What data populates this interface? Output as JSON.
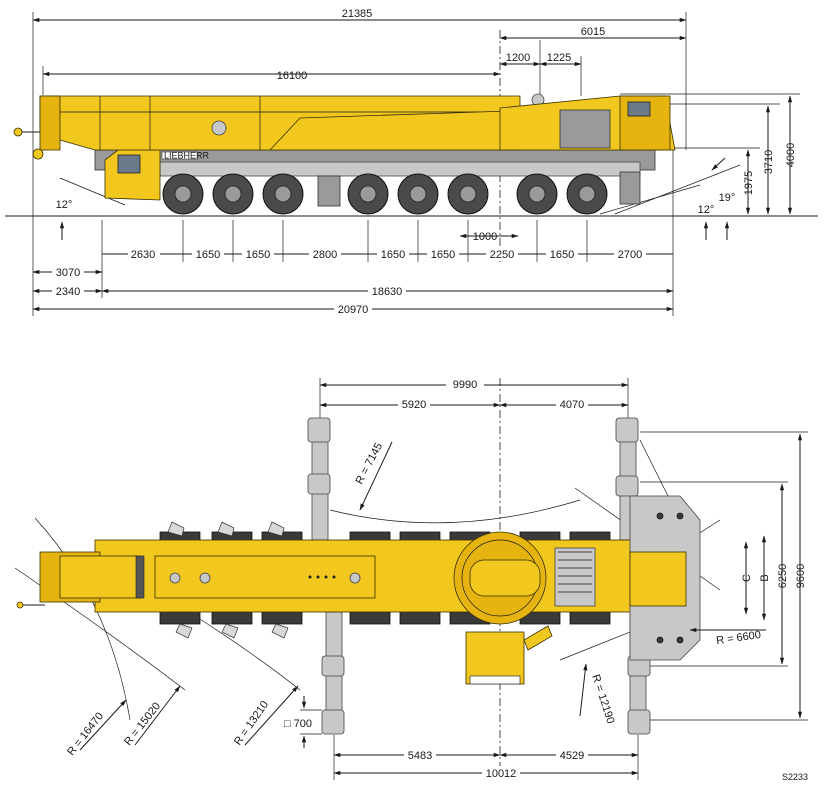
{
  "side_view": {
    "overall_length_top": "21385",
    "boom_length": "16100",
    "front_offset": "1200",
    "rear_offset_a": "1225",
    "rear_offset_b": "6015",
    "height_total": "4000",
    "height_boom": "3710",
    "height_cab": "1975",
    "angle_front": "12°",
    "angle_rear_a": "12°",
    "angle_rear_b": "19°",
    "axle_spacings": [
      "2630",
      "1650",
      "1650",
      "2800",
      "1650",
      "1650",
      "2250",
      "1650",
      "2700"
    ],
    "center_offset": "1000",
    "front_overhang_a": "3070",
    "front_overhang_b": "2340",
    "wheelbase_span": "18630",
    "overall_length": "20970",
    "brand_text": "LIEBHERR"
  },
  "top_view": {
    "outrigger_total": "9990",
    "outrigger_front": "5920",
    "outrigger_rear": "4070",
    "lower_total": "10012",
    "lower_front": "5483",
    "lower_rear": "4529",
    "pad_size": "□ 700",
    "radius_front_a": "R = 7145",
    "radius_rear_a": "R = 12190",
    "radius_rear_b": "R = 6600",
    "radius_sweep_1": "R = 16470",
    "radius_sweep_2": "R = 15020",
    "radius_sweep_3": "R = 13210",
    "width_c": "C",
    "width_b": "B",
    "width_a": "6250",
    "width_total": "9600"
  },
  "figure_code": "S2233",
  "colors": {
    "crane_yellow": "#f2c81e",
    "line": "#1a1a1a",
    "tyre": "#4a4a4a"
  }
}
